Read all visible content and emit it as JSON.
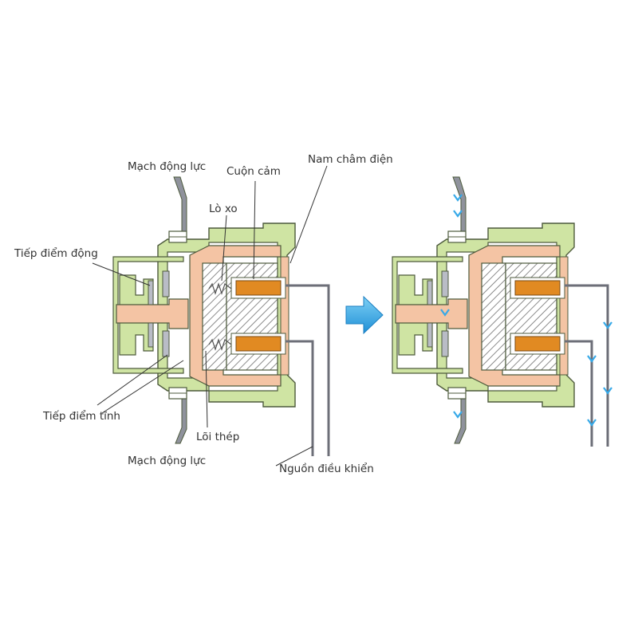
{
  "labels": {
    "main_circuit_top": "Mạch động lực",
    "inductor_coil": "Cuộn cảm",
    "electromagnet": "Nam châm điện",
    "spring": "Lò xo",
    "moving_contact": "Tiếp điểm động",
    "fixed_contact": "Tiếp điểm tĩnh",
    "steel_core": "Lõi thép",
    "main_circuit_bottom": "Mạch động lực",
    "control_source": "Nguồn điều khiển"
  },
  "colors": {
    "housing_green": "#cfe4a3",
    "housing_outline": "#4d5a3c",
    "armature_peach": "#f4c4a4",
    "coil_orange": "#e18a22",
    "hatch": "#6f6f6f",
    "current_arrow_blue": "#37a9e8",
    "wire_grey": "#6d6f78"
  },
  "icons": {
    "transition": "right-arrow-icon",
    "current_flow": "down-chevron-icon"
  }
}
